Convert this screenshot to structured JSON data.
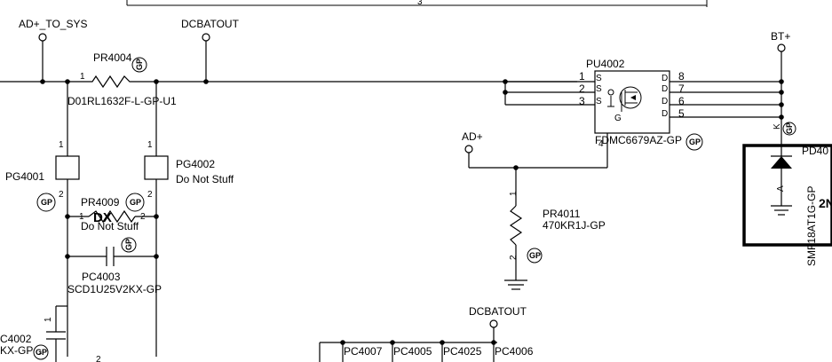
{
  "nets": {
    "ad_to_sys": "AD+_TO_SYS",
    "dcbatout_top": "DCBATOUT",
    "bt_plus": "BT+",
    "ad_plus": "AD+",
    "dcbatout_bottom": "DCBATOUT"
  },
  "components": {
    "pr4004": {
      "ref": "PR4004",
      "part": "D01RL1632F-L-GP-U1",
      "pin1": "1"
    },
    "pg4001": {
      "ref": "PG4001",
      "pin1": "1",
      "pin2": "2"
    },
    "pg4002": {
      "ref": "PG4002",
      "note": "Do Not Stuff",
      "pin1": "1",
      "pin2": "2"
    },
    "pr4009": {
      "ref": "PR4009",
      "mark": "DX",
      "note": "Do Not Stuff",
      "pin1": "1",
      "pin2": "2"
    },
    "pc4003": {
      "ref": "PC4003",
      "part": "SCD1U25V2KX-GP"
    },
    "pc4002": {
      "ref": "C4002",
      "part": "KX-GP",
      "pin1": "1",
      "pin2": "2"
    },
    "pu4002": {
      "ref": "PU4002",
      "part": "FDMC6679AZ-GP",
      "left_pins": [
        "1",
        "2",
        "3"
      ],
      "left_pin_names": [
        "S",
        "S",
        "S"
      ],
      "right_pins": [
        "8",
        "7",
        "6",
        "5"
      ],
      "right_pin_names": [
        "D",
        "D",
        "D",
        "D"
      ],
      "gate_name": "G",
      "gate_pin": "4"
    },
    "pr4011": {
      "ref": "PR4011",
      "part": "470KR1J-GP",
      "pin1": "1",
      "pin2": "2"
    },
    "pd4001": {
      "ref": "PD40",
      "part": "SMF18AT1G-GP",
      "k": "K",
      "a": "A",
      "side_mark": "2N"
    },
    "bottom_caps": [
      "PC4007",
      "PC4005",
      "PC4025",
      "PC4006"
    ]
  },
  "badges": {
    "gp": "GP",
    "gp_mirrored": "ǤP"
  },
  "top_sheet_mark": "3"
}
